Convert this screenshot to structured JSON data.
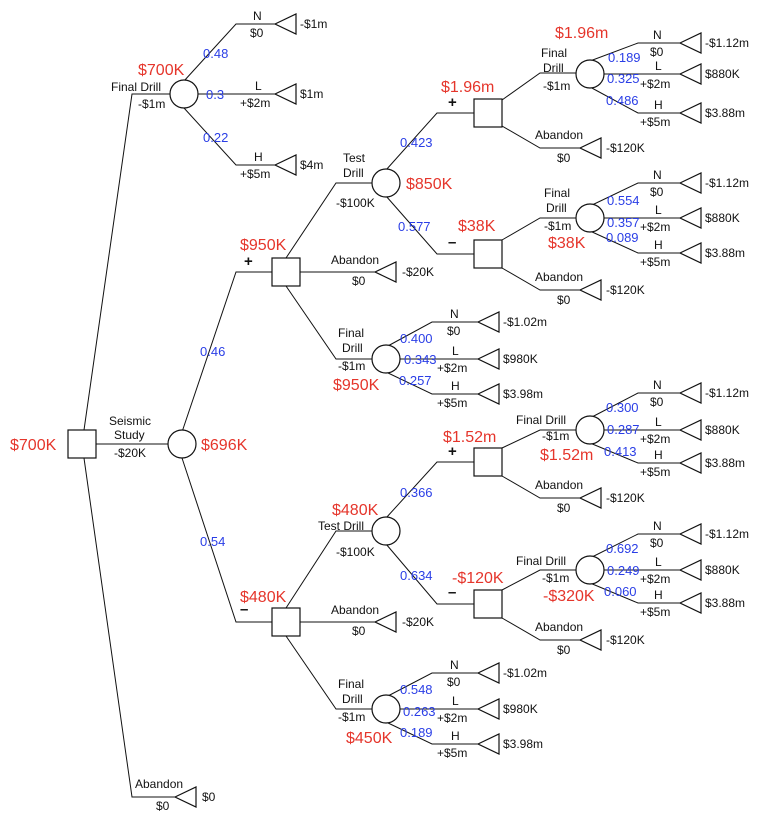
{
  "colors": {
    "value": "#e5352b",
    "probability": "#2a3ee6",
    "line": "#111111"
  },
  "nodes": {
    "root": {
      "value": "$700K"
    },
    "fd_top": {
      "value": "$700K",
      "label": "Final Drill",
      "cost": "-$1m"
    },
    "seismic": {
      "value": "$696K",
      "label1": "Seismic",
      "label2": "Study",
      "cost": "-$20K"
    },
    "dec_plus": {
      "value": "$950K",
      "sign": "+"
    },
    "dec_minus": {
      "value": "$480K",
      "sign": "–"
    },
    "td_plus": {
      "value": "$850K",
      "label1": "Test",
      "label2": "Drill",
      "cost": "-$100K"
    },
    "td_minus": {
      "value": "$480K",
      "label": "Test Drill",
      "cost": "-$100K"
    },
    "d_pp": {
      "value": "$1.96m",
      "sign": "+"
    },
    "d_pm": {
      "value": "$38K",
      "sign": "–"
    },
    "d_mp": {
      "value": "$1.52m",
      "sign": "+"
    },
    "d_mm": {
      "value": "-$120K",
      "sign": "–"
    },
    "fd_pp": {
      "value": "$1.96m",
      "label1": "Final",
      "label2": "Drill",
      "cost": "-$1m"
    },
    "fd_pm": {
      "value": "$38K",
      "label1": "Final",
      "label2": "Drill",
      "cost": "-$1m"
    },
    "fd_p": {
      "value": "$950K",
      "label1": "Final",
      "label2": "Drill",
      "cost": "-$1m"
    },
    "fd_mp": {
      "value": "$1.52m",
      "label": "Final Drill",
      "cost": "-$1m"
    },
    "fd_mm": {
      "value": "-$320K",
      "label": "Final Drill",
      "cost": "-$1m"
    },
    "fd_m": {
      "value": "$450K",
      "label1": "Final",
      "label2": "Drill",
      "cost": "-$1m"
    }
  },
  "probabilities": {
    "top_n": "0.48",
    "top_l": "0.3",
    "top_h": "0.22",
    "seis_plus": "0.46",
    "seis_minus": "0.54",
    "td_plus_plus": "0.423",
    "td_plus_minus": "0.577",
    "td_minus_plus": "0.366",
    "td_minus_minus": "0.634",
    "pp_n": "0.189",
    "pp_l": "0.325",
    "pp_h": "0.486",
    "pm_n": "0.554",
    "pm_l": "0.357",
    "pm_h": "0.089",
    "p_n": "0.400",
    "p_l": "0.343",
    "p_h": "0.257",
    "mp_n": "0.300",
    "mp_l": "0.287",
    "mp_h": "0.413",
    "mm_n": "0.692",
    "mm_l": "0.249",
    "mm_h": "0.060",
    "m_n": "0.548",
    "m_l": "0.263",
    "m_h": "0.189"
  },
  "outcomes": {
    "n_label": "N",
    "l_label": "L",
    "h_label": "H",
    "zero": "$0",
    "plus2m": "+$2m",
    "plus5m": "+$5m",
    "abandon": "Abandon",
    "top_n": "-$1m",
    "top_l": "$1m",
    "top_h": "$4m",
    "deep_n": "-$1.12m",
    "deep_l": "$880K",
    "deep_h": "$3.88m",
    "mid_n": "-$1.02m",
    "mid_l": "$980K",
    "mid_h": "$3.98m",
    "abandon_deep": "-$120K",
    "abandon_mid": "-$20K",
    "abandon_root": "$0"
  }
}
